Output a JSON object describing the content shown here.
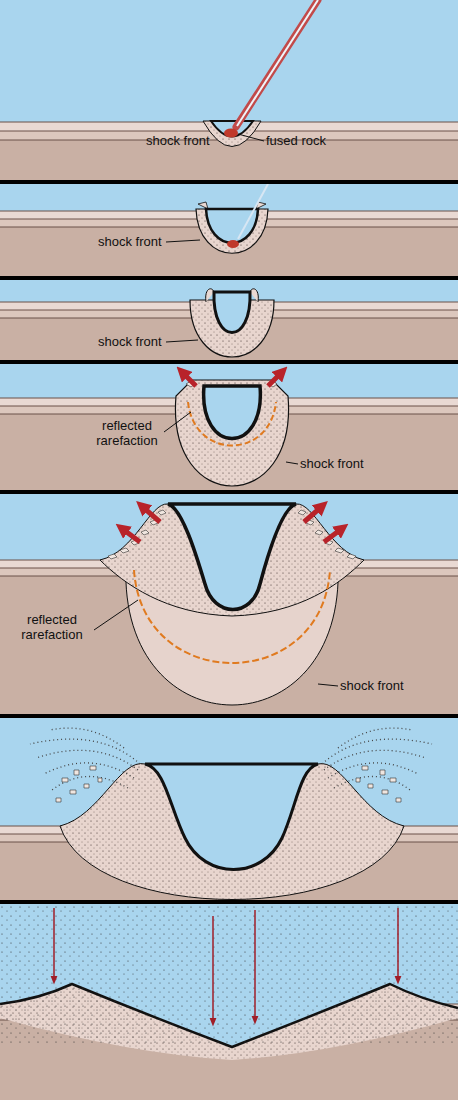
{
  "diagram": {
    "labels": [
      "shock front",
      "fused rock",
      "shock front",
      "shock front",
      "reflected rarefaction",
      "shock front",
      "reflected rarefaction",
      "shock front"
    ]
  }
}
